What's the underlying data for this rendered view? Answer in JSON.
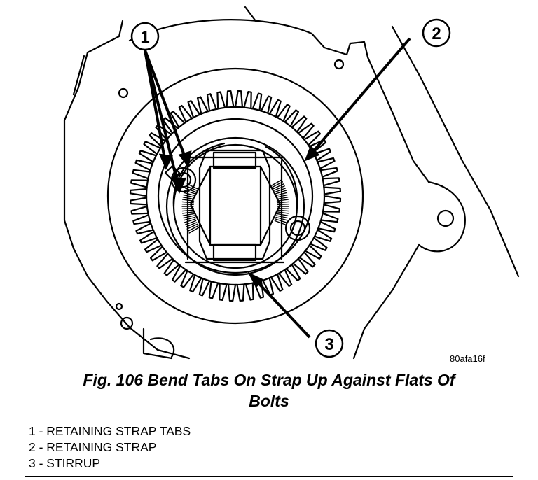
{
  "figure": {
    "callouts": [
      {
        "number": "1"
      },
      {
        "number": "2"
      },
      {
        "number": "3"
      }
    ],
    "code": "80afa16f"
  },
  "caption": {
    "line1": "Fig. 106 Bend Tabs On Strap Up Against Flats Of",
    "line2": "Bolts"
  },
  "legend": [
    {
      "text": "1 - RETAINING STRAP TABS"
    },
    {
      "text": "2 - RETAINING STRAP"
    },
    {
      "text": "3 - STIRRUP"
    }
  ]
}
